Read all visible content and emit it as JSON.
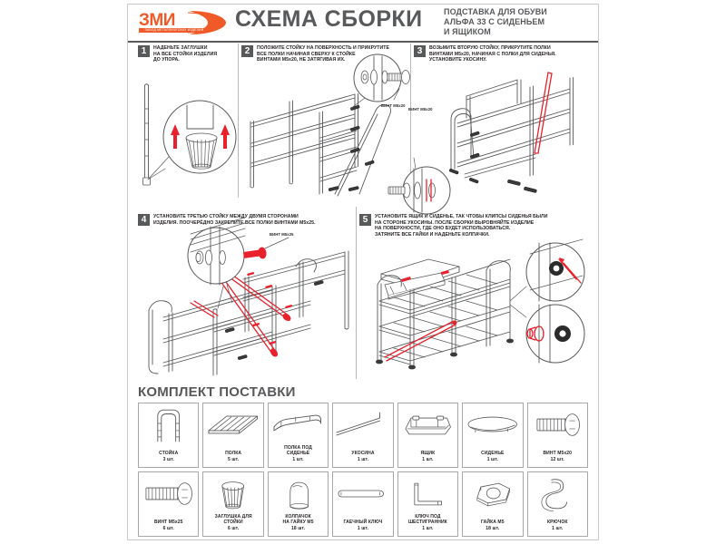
{
  "brand": {
    "logo_text": "ЗМИ",
    "logo_sub": "ЗАВОД МЕТАЛЛИЧЕСКИХ ИЗДЕЛИЙ",
    "logo_color": "#ef5a28"
  },
  "header": {
    "title": "СХЕМА СБОРКИ",
    "subtitle_line1": "ПОДСТАВКА ДЛЯ ОБУВИ",
    "subtitle_line2": "АЛЬФА 33 С СИДЕНЬЕМ",
    "subtitle_line3": "И ЯЩИКОМ",
    "title_color": "#58595b"
  },
  "steps": [
    {
      "number": "1",
      "lines": [
        "НАДЕНЬТЕ ЗАГЛУШКИ",
        "НА ВСЕ СТОЙКИ ИЗДЕЛИЯ",
        "ДО УПОРА."
      ],
      "callouts": []
    },
    {
      "number": "2",
      "lines": [
        "ПОЛОЖИТЕ СТОЙКУ НА ПОВЕРХНОСТЬ И ПРИКРУТИТЕ",
        "ВСЕ ПОЛКИ НАЧИНАЯ СВЕРХУ К СТОЙКЕ",
        "ВИНТАМИ М5х20, НЕ ЗАТЯГИВАЯ ИХ."
      ],
      "callouts": [
        "ВИНТ М5х20"
      ]
    },
    {
      "number": "3",
      "lines": [
        "ВОЗЬМИТЕ ВТОРУЮ СТОЙКУ, ПРИКРУТИТЕ ПОЛКИ",
        "ВИНТАМИ М5х20, НАЧИНАЯ С ПОЛКИ ДЛЯ СИДЕНЬЯ.",
        "УСТАНОВИТЕ УКОСИНУ."
      ],
      "callouts": [
        "ВИНТ М5х20"
      ]
    },
    {
      "number": "4",
      "lines": [
        "УСТАНОВИТЕ ТРЕТЬЮ СТОЙКУ МЕЖДУ ДВУМЯ СТОРОНАМИ",
        "ИЗДЕЛИЯ. ПООЧЕРЁДНО ЗАКРЕПИТЕ ВСЕ ПОЛКИ ВИНТАМИ М5х25."
      ],
      "callouts": [
        "ВИНТ М5х25"
      ]
    },
    {
      "number": "5",
      "lines": [
        "УСТАНОВИТЕ ЯЩИК И СИДЕНЬЕ, ТАК ЧТОБЫ КЛИПСЫ СИДЕНЬЯ БЫЛИ",
        "НА СТОРОНЕ УКОСИНЫ. ПОСЛЕ СБОРКИ ВЫРОВНЯЙТЕ ИЗДЕЛИЕ",
        "НА ПОВЕРХНОСТИ, ГДЕ ОНО БУДЕТ ИСПОЛЬЗОВАТЬСЯ.",
        "ЗАТЯНИТЕ ВСЕ ГАЙКИ И НАДЕНЬТЕ КОЛПАЧКИ."
      ],
      "callouts": []
    }
  ],
  "kit": {
    "title": "КОМПЛЕКТ ПОСТАВКИ",
    "row1": [
      {
        "name": "СТОЙКА",
        "qty": "3 шт.",
        "icon": "post-icon"
      },
      {
        "name": "ПОЛКА",
        "qty": "5 шт.",
        "icon": "shelf-icon"
      },
      {
        "name": "ПОЛКА ПОД\nСИДЕНЬЕ",
        "name_line1": "ПОЛКА ПОД",
        "name_line2": "СИДЕНЬЕ",
        "qty": "1 шт.",
        "icon": "seat-shelf-icon"
      },
      {
        "name": "УКОСИНА",
        "qty": "1 шт.",
        "icon": "brace-icon"
      },
      {
        "name": "ЯЩИК",
        "qty": "1 шт.",
        "icon": "drawer-icon"
      },
      {
        "name": "СИДЕНЬЕ",
        "qty": "1 шт.",
        "icon": "seat-icon"
      },
      {
        "name": "ВИНТ М5х20",
        "qty": "12 шт.",
        "icon": "screw-m5x20-icon"
      }
    ],
    "row2": [
      {
        "name": "ВИНТ М5х25",
        "qty": "6 шт.",
        "icon": "screw-m5x25-icon"
      },
      {
        "name_line1": "ЗАГЛУШКА ДЛЯ",
        "name_line2": "СТОЙКИ",
        "qty": "6 шт.",
        "icon": "post-plug-icon"
      },
      {
        "name_line1": "КОЛПАЧОК",
        "name_line2": "НА ГАЙКУ М5",
        "qty": "18 шт.",
        "icon": "nut-cap-icon"
      },
      {
        "name": "ГАЕЧНЫЙ КЛЮЧ",
        "qty": "1 шт.",
        "icon": "wrench-icon"
      },
      {
        "name_line1": "КЛЮЧ ПОД",
        "name_line2": "ШЕСТИГРАННИК",
        "qty": "1 шт.",
        "icon": "hex-key-icon"
      },
      {
        "name": "ГАЙКА М5",
        "qty": "18 шт.",
        "icon": "nut-icon"
      },
      {
        "name": "КРЮЧОК",
        "qty": "1 шт.",
        "icon": "hook-icon"
      }
    ]
  },
  "colors": {
    "accent_red": "#e8212b",
    "line_gray": "#58595b",
    "orange": "#ef5a28"
  }
}
